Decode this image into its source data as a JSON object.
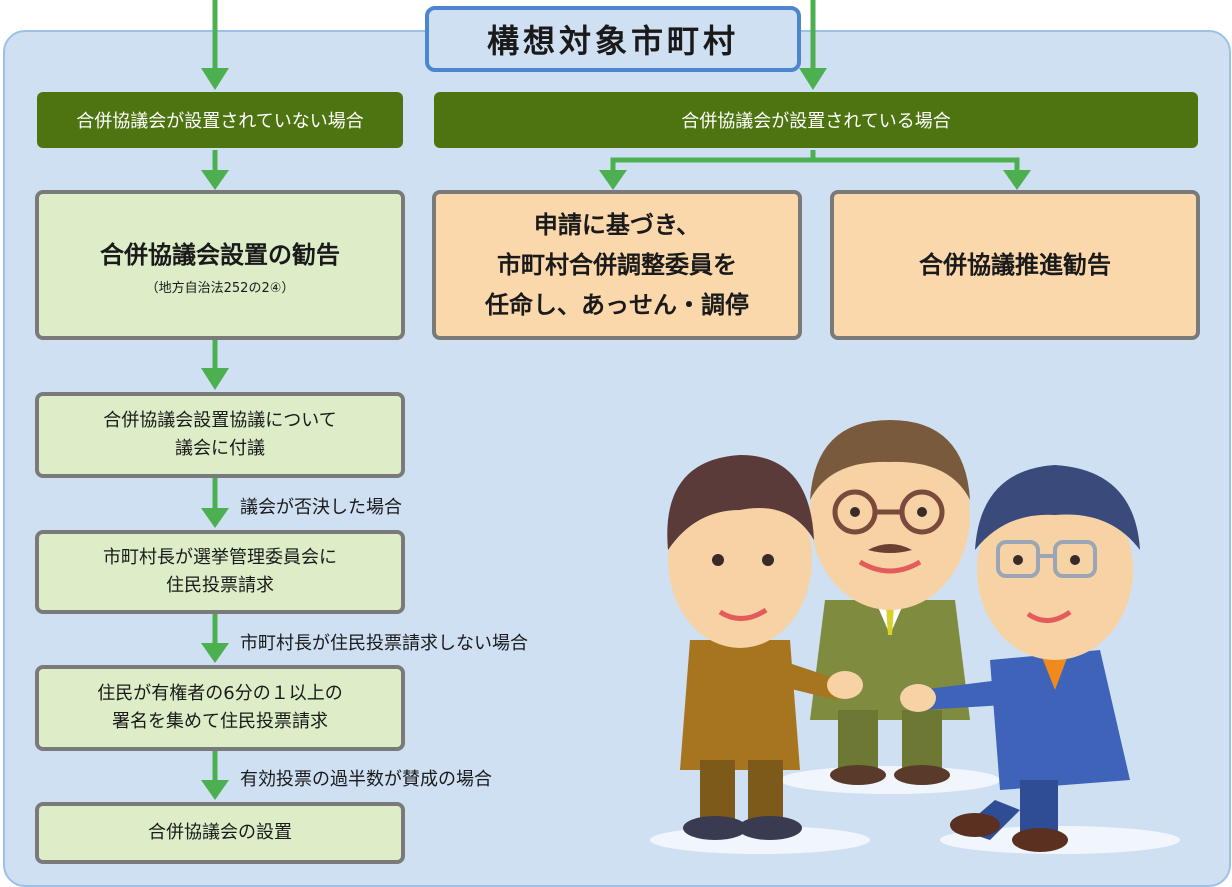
{
  "title": "構想対象市町村",
  "branches": {
    "left": "合併協議会が設置されていない場合",
    "right": "合併協議会が設置されている場合"
  },
  "boxes": {
    "recommend": {
      "line1": "合併協議会設置の勧告",
      "line2": "（地方自治法252の2④）"
    },
    "mediation": {
      "line1": "申請に基づき、",
      "line2": "市町村合併調整委員を",
      "line3": "任命し、あっせん・調停"
    },
    "promotion": {
      "line1": "合併協議推進勧告"
    },
    "assembly": {
      "line1": "合併協議会設置協議について",
      "line2": "議会に付議"
    },
    "mayor_request": {
      "line1": "市町村長が選挙管理委員会に",
      "line2": "住民投票請求"
    },
    "residents_request": {
      "line1": "住民が有権者の6分の１以上の",
      "line2": "署名を集めて住民投票請求"
    },
    "establish": {
      "line1": "合併協議会の設置"
    }
  },
  "conditions": {
    "rejected": "議会が否決した場合",
    "no_request": "市町村長が住民投票請求しない場合",
    "majority": "有効投票の過半数が賛成の場合"
  },
  "colors": {
    "panel": "#cfe0f3",
    "title_border": "#4d86cf",
    "branch_bar": "#4e7411",
    "arrow": "#4caf50",
    "green_box": "#ddedc8",
    "orange_box": "#fad8ac"
  }
}
